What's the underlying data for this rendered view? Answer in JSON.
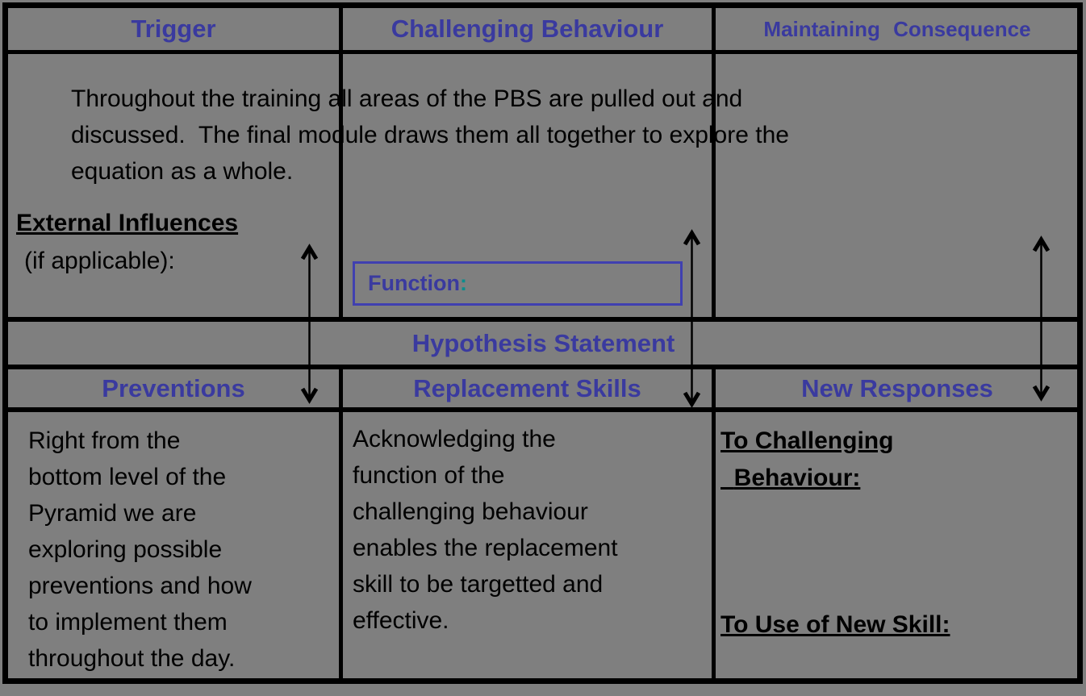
{
  "header_row": {
    "trigger": "Trigger",
    "challenging_behaviour": "Challenging Behaviour",
    "maintaining_consequence": "Maintaining Consequence"
  },
  "top_section": {
    "intro_paragraph": "Throughout the training all areas of the PBS are pulled out and\ndiscussed.  The final module draws them all together to explore the\nequation as a whole.",
    "external_influences_title": "External Influences",
    "external_influences_subtitle": "(if applicable):",
    "function_label": "Function",
    "function_colon": ":"
  },
  "hypothesis_row": {
    "title": "Hypothesis Statement"
  },
  "bottom_header_row": {
    "preventions": "Preventions",
    "replacement_skills": "Replacement Skills",
    "new_responses": "New Responses"
  },
  "bottom_section": {
    "preventions_text": "Right from the\nbottom level of the\nPyramid we are\nexploring possible\npreventions and how\nto implement them\nthroughout the day.",
    "replacement_skills_text": "Acknowledging the\nfunction of the\nchallenging behaviour\nenables the replacement\nskill to be targetted and\neffective.",
    "new_responses_to_challenging": "To Challenging\n  Behaviour:",
    "new_responses_to_new_skill": "To Use of New Skill:"
  },
  "icons": {
    "updown_arrow": "↕ double-headed vertical arrow (x3)"
  },
  "colors": {
    "background_gray": "#7f7f7f",
    "heading_blue": "#3a3a9f",
    "function_box_border_blue": "#4040b0",
    "function_colon_teal": "#0b8d8d",
    "text_black": "#000000"
  }
}
